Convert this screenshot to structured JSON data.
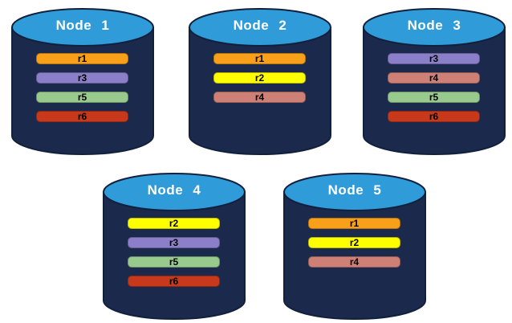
{
  "diagram": {
    "description_colors": {
      "page_background": "#FFFFFF",
      "cylinder_body": "#1B2A4C",
      "cylinder_top": "#2F9CD9",
      "cylinder_outline": "#11203C",
      "node_title_color": "#FFFFFF",
      "bar_text_color": "#000000"
    },
    "replica_palette": {
      "r1": "#F9A01B",
      "r2": "#FFFF00",
      "r3": "#8C7FC9",
      "r4": "#CE8076",
      "r5": "#98CA8E",
      "r6": "#C8391B"
    },
    "nodes": [
      {
        "label": "Node 1",
        "replicas": [
          "r1",
          "r3",
          "r5",
          "r6"
        ]
      },
      {
        "label": "Node 2",
        "replicas": [
          "r1",
          "r2",
          "r4"
        ]
      },
      {
        "label": "Node 3",
        "replicas": [
          "r3",
          "r4",
          "r5",
          "r6"
        ]
      },
      {
        "label": "Node 4",
        "replicas": [
          "r2",
          "r3",
          "r5",
          "r6"
        ]
      },
      {
        "label": "Node 5",
        "replicas": [
          "r1",
          "r2",
          "r4"
        ]
      }
    ]
  }
}
